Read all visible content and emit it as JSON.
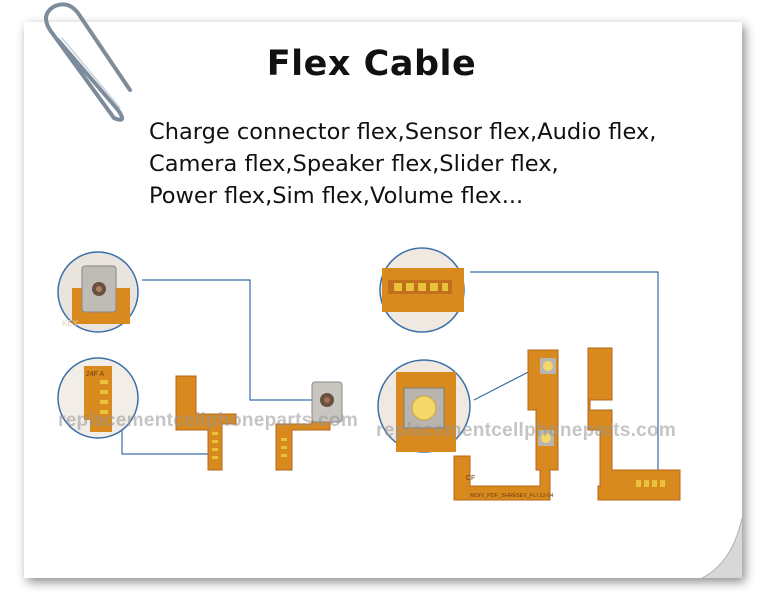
{
  "title": "Flex Cable",
  "description_lines": [
    "Charge connector flex,Sensor flex,Audio flex,",
    "Camera flex,Speaker flex,Slider flex,",
    "Power flex,Sim flex,Volume flex..."
  ],
  "watermark": "replacementcellphoneparts.com",
  "pcb_marks": {
    "key_label": "KEY",
    "left_code": "24F A",
    "right_code": "MOIV_PDF_SHRE5EV_FLI 12-04",
    "cf_label": "CF"
  },
  "colors": {
    "flex_orange": "#d98a1f",
    "flex_dark": "#b5651a",
    "gold_pad": "#e8c23a",
    "leader_line": "#3a6fa8"
  }
}
